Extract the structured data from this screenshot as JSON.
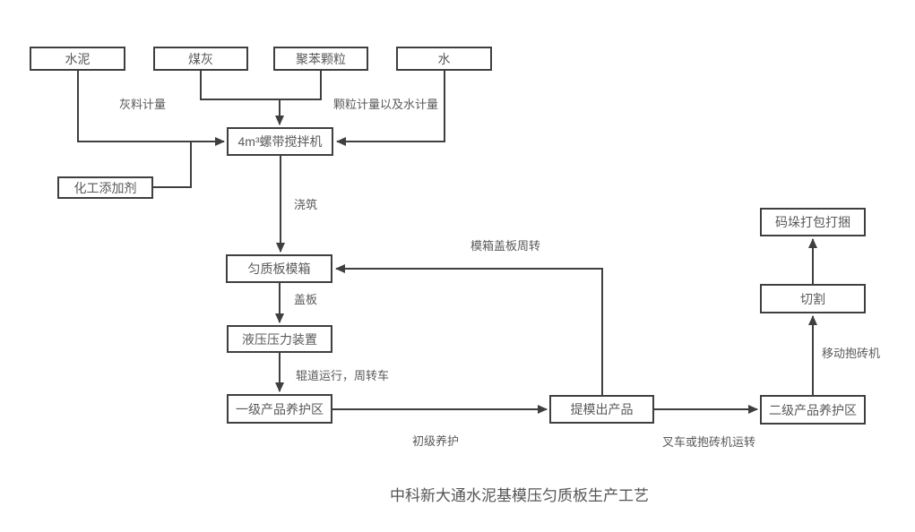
{
  "diagram": {
    "title": "中科新大通水泥基模压匀质板生产工艺",
    "nodes": {
      "cement": "水泥",
      "coal_ash": "煤灰",
      "polystyrene": "聚苯颗粒",
      "water": "水",
      "additive": "化工添加剂",
      "mixer": "4m³螺带搅拌机",
      "mold_box": "匀质板模箱",
      "hydraulic_press": "液压压力装置",
      "primary_curing_area": "一级产品养护区",
      "demold_product": "提模出产品",
      "secondary_curing_area": "二级产品养护区",
      "cutting": "切割",
      "stack_pack": "码垛打包打捆"
    },
    "edge_labels": {
      "ash_metering": "灰料计量",
      "particle_water_metering": "颗粒计量以及水计量",
      "pouring": "浇筑",
      "cover_plate": "盖板",
      "roller_transfer": "辊道运行，周转车",
      "primary_curing": "初级养护",
      "mold_cover_cycle": "模箱盖板周转",
      "forklift_transfer": "叉车或抱砖机运转",
      "mobile_brick_clamp": "移动抱砖机"
    },
    "colors": {
      "line": "#3f3f3f",
      "box_border": "#3f3f3f",
      "text": "#595959",
      "background": "#ffffff"
    }
  }
}
